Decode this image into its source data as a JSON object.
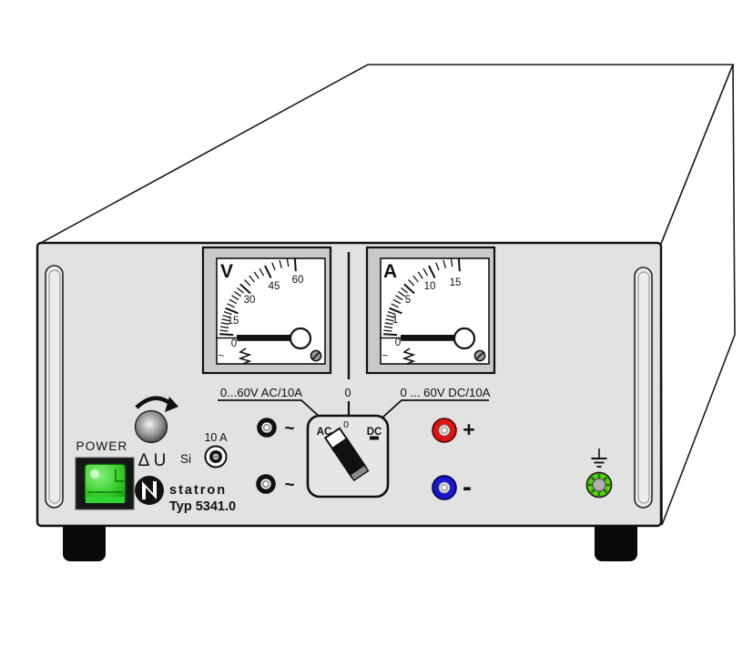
{
  "device": {
    "brand": "statron",
    "model": "Typ 5341.0"
  },
  "front_panel": {
    "power": {
      "label": "POWER"
    },
    "voltage_adjust": {
      "label": "Δ U"
    },
    "fuse": {
      "label": "Si",
      "rating": "10 A"
    },
    "outputs": {
      "ac": {
        "range_label": "0...60V AC/10A",
        "terminal_symbol_top": "~",
        "terminal_symbol_bottom": "~"
      },
      "dc": {
        "range_label": "0 ... 60V DC/10A",
        "plus_symbol": "+",
        "minus_symbol": "-"
      }
    },
    "mode_selector": {
      "scale_zero": "0",
      "positions": {
        "ac": "AC",
        "zero": "0",
        "dc": "DC"
      },
      "selected": "AC"
    }
  },
  "meters": {
    "voltmeter": {
      "unit": "V",
      "tick_labels": [
        "0",
        "15",
        "30",
        "45",
        "60"
      ],
      "ac_dc_symbol": "~",
      "reading": 0,
      "full_scale": 60
    },
    "ammeter": {
      "unit": "A",
      "tick_labels": [
        "0",
        "1",
        "5",
        "10",
        "15"
      ],
      "ac_dc_symbol": "~",
      "reading": 0,
      "full_scale": 15
    }
  },
  "colors": {
    "dc_plus_terminal": "#e01313",
    "dc_minus_terminal": "#1717cf",
    "ground_terminal": "#55d400",
    "power_button_dark": "#1f9e1f",
    "power_button_light": "#8bf07e"
  }
}
